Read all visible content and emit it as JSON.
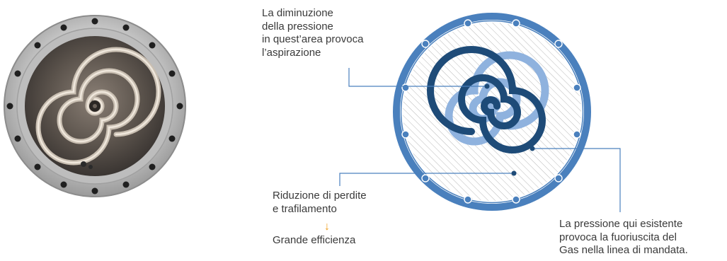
{
  "colors": {
    "ring_blue": "#4a80bd",
    "ring_light": "#9dbbe0",
    "spiral_dark": "#1e4b78",
    "spiral_light": "#8fb2de",
    "callout_line": "#4a80bd",
    "arrow_orange": "#f0a020",
    "text": "#3a3a3a"
  },
  "labels": {
    "suction": [
      "La diminuzione",
      "della pressione",
      "in quest’area provoca",
      "l’aspirazione"
    ],
    "leak": [
      "Riduzione di perdite",
      "e trafilamento"
    ],
    "efficiency": "Grande efficienza",
    "discharge": [
      "La pressione qui esistente",
      "provoca la fuoriuscita del",
      "Gas nella linea di mandata."
    ]
  },
  "icons": {
    "arrow": "arrow-down-icon"
  }
}
